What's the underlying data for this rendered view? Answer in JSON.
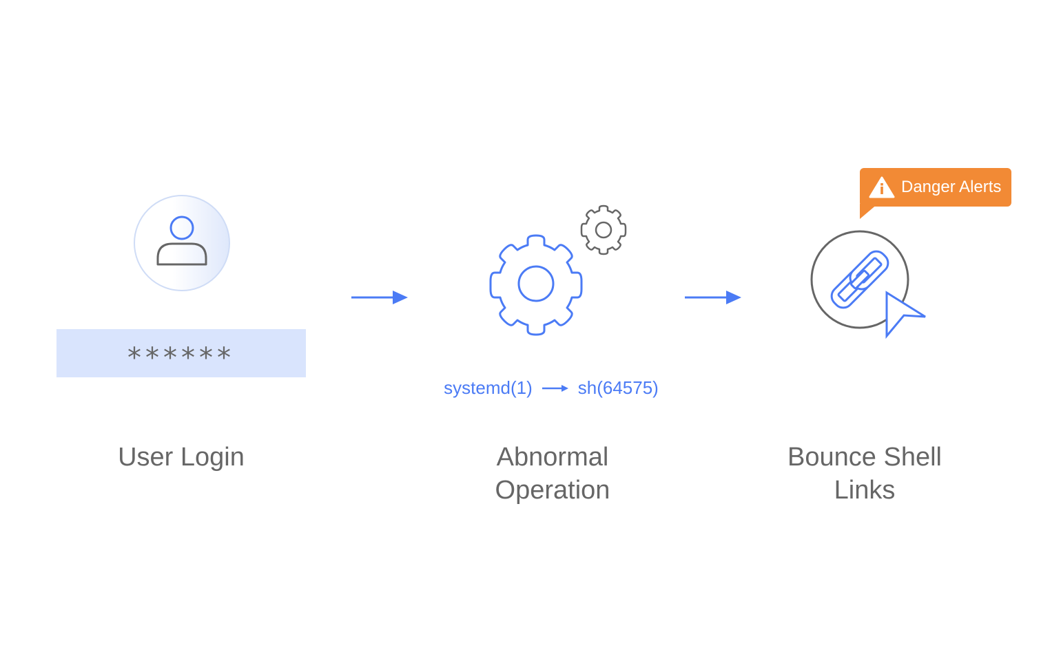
{
  "steps": [
    {
      "id": "user-login",
      "label": "User Login",
      "password_mask": "******"
    },
    {
      "id": "abnormal-operation",
      "label_line1": "Abnormal",
      "label_line2": "Operation",
      "process_from": "systemd(1)",
      "process_to": "sh(64575)"
    },
    {
      "id": "bounce-shell-links",
      "label_line1": "Bounce Shell",
      "label_line2": "Links",
      "alert": "Danger Alerts"
    }
  ],
  "icons": {
    "user": "user-icon",
    "gear_large": "gear-icon",
    "gear_small": "gear-icon",
    "link": "link-icon",
    "cursor": "cursor-icon",
    "warning": "warning-icon",
    "arrow": "arrow-right-icon"
  },
  "colors": {
    "accent_blue": "#4b7bf5",
    "gray_stroke": "#666666",
    "password_bg": "#d9e4fd",
    "alert_orange": "#f28a35"
  }
}
